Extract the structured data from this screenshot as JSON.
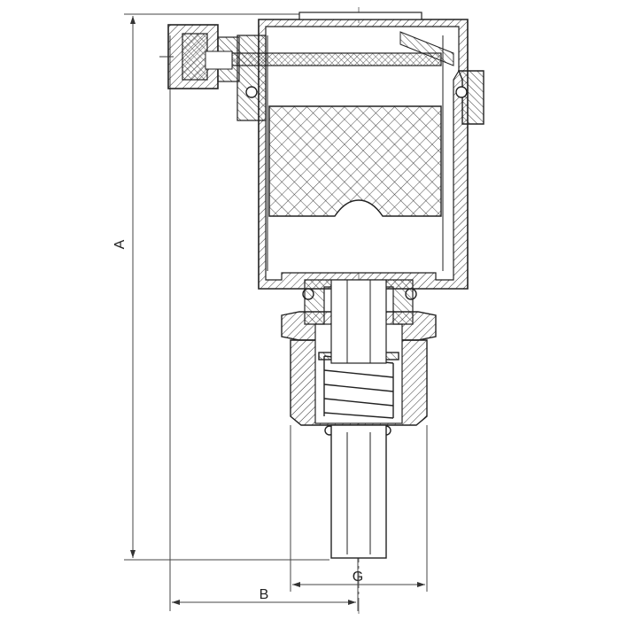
{
  "dimensions": {
    "height_label": "A",
    "width_label": "B",
    "thread_label": "G"
  }
}
